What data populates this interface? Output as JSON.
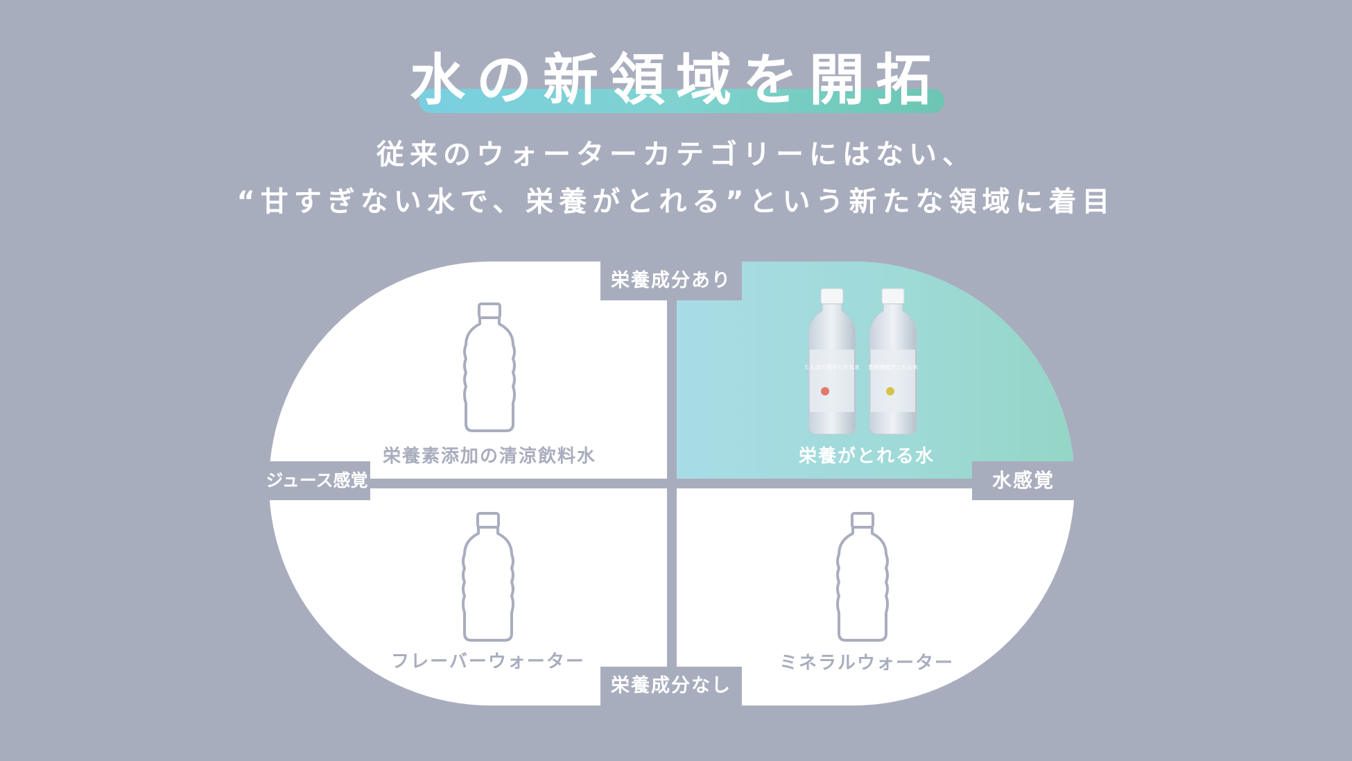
{
  "title": "水の新領域を開拓",
  "subtitle_line1": "従来のウォーターカテゴリーにはない、",
  "subtitle_line2": "“甘すぎない水で、栄養がとれる”という新たな領域に着目",
  "axes": {
    "top": "栄養成分あり",
    "bottom": "栄養成分なし",
    "left": "ジュース感覚",
    "right": "水感覚"
  },
  "quadrants": {
    "top_left": "栄養素添加の清涼飲料水",
    "top_right": "栄養がとれる水",
    "bottom_left": "フレーバーウォーター",
    "bottom_right": "ミネラルウォーター"
  },
  "products": {
    "bottle1_label": "たんぱく質がとれる水",
    "bottle2_label": "食物繊維がとれる水"
  },
  "colors": {
    "background": "#a8adbe",
    "title_bar_start": "#79cfe0",
    "title_bar_end": "#6cc6b2",
    "highlight_quadrant": "#9fdad8"
  },
  "icons": {
    "bottle_outline": "bottle-outline-icon",
    "product_bottle": "water-bottle-product"
  }
}
